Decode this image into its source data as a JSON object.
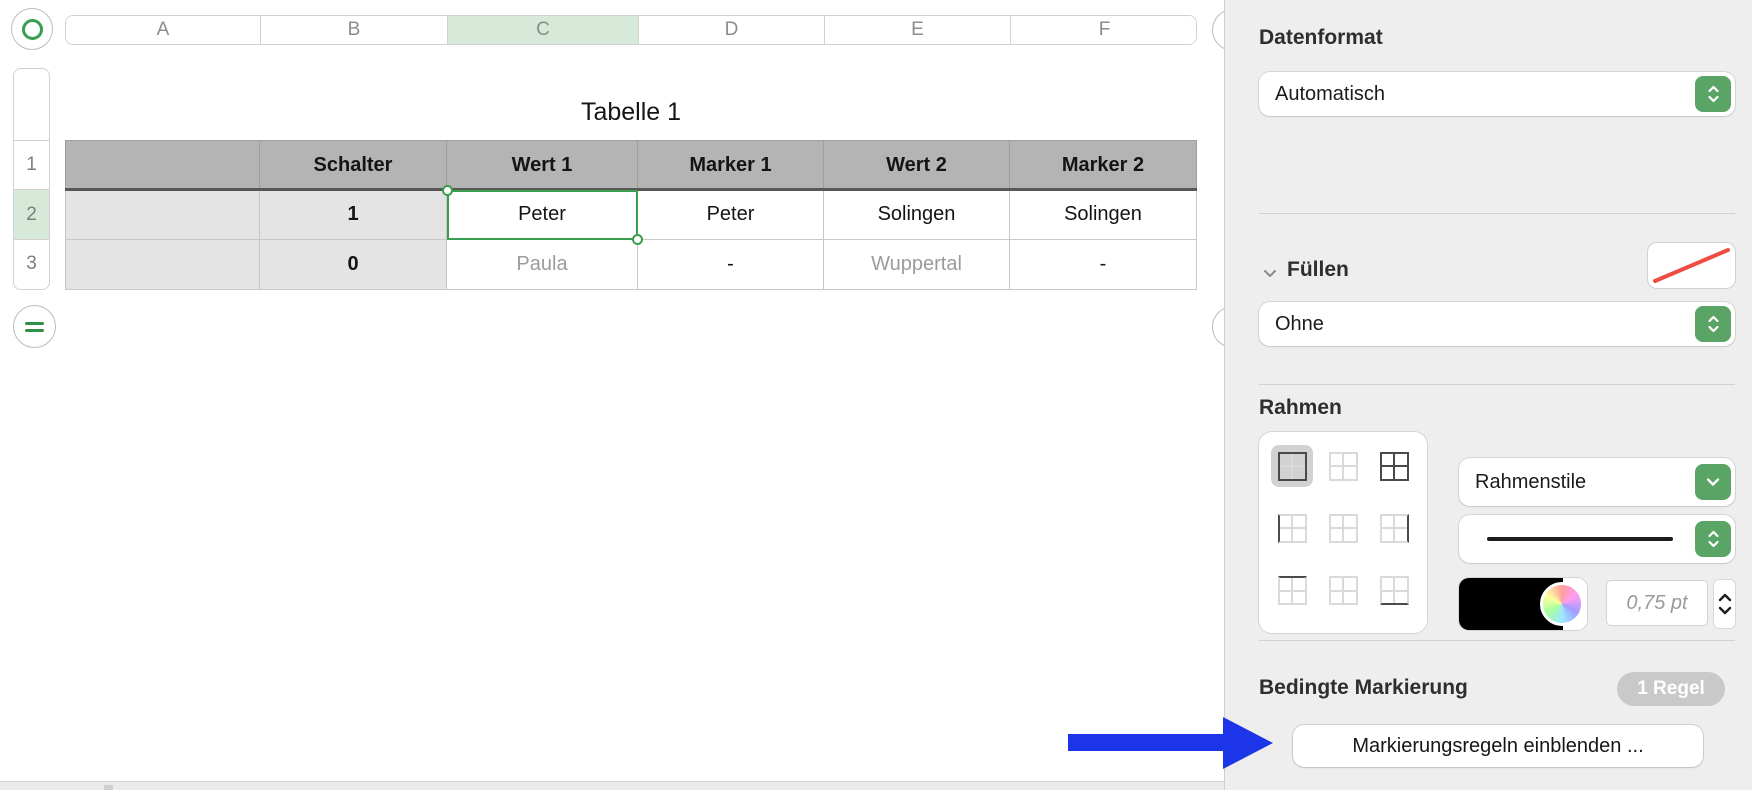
{
  "sheet": {
    "table_title": "Tabelle 1",
    "columns": [
      "A",
      "B",
      "C",
      "D",
      "E",
      "F"
    ],
    "selected_column": "C",
    "row_numbers": [
      "1",
      "2",
      "3"
    ],
    "selected_row": "2",
    "selected_cell": "C2",
    "header_row": [
      "",
      "Schalter",
      "Wert 1",
      "Marker 1",
      "Wert 2",
      "Marker 2"
    ],
    "rows": [
      [
        "",
        "1",
        "Peter",
        "Peter",
        "Solingen",
        "Solingen"
      ],
      [
        "",
        "0",
        "Paula",
        "-",
        "Wuppertal",
        "-"
      ]
    ]
  },
  "sidebar": {
    "dataformat": {
      "label": "Datenformat",
      "value": "Automatisch"
    },
    "fill": {
      "label": "Füllen",
      "value": "Ohne",
      "swatch": "no-fill-diagonal"
    },
    "border": {
      "label": "Rahmen",
      "styles_dropdown_label": "Rahmenstile",
      "width_value": "0,75 pt",
      "presets": [
        {
          "id": "outer",
          "selected": true
        },
        {
          "id": "none",
          "selected": false
        },
        {
          "id": "all",
          "selected": false
        },
        {
          "id": "left",
          "selected": false
        },
        {
          "id": "none",
          "selected": false
        },
        {
          "id": "right",
          "selected": false
        },
        {
          "id": "top",
          "selected": false
        },
        {
          "id": "none",
          "selected": false
        },
        {
          "id": "bottom",
          "selected": false
        }
      ]
    },
    "conditional": {
      "label": "Bedingte Markierung",
      "badge": "1 Regel",
      "button_label": "Markierungsregeln einblenden ..."
    }
  },
  "colors": {
    "accent_green": "#5aa466",
    "selection_green": "#3a9e50",
    "arrow_blue": "#1d35e8",
    "fill_line_red": "#ef4c43",
    "badge_gray": "#c9c9c9",
    "table_header_gray": "#b4b4b4",
    "row_col_highlight": "#d7e9d9"
  },
  "icons": [
    "table-handle-icon",
    "add-rows-handle-icon",
    "stepper-icon",
    "chevron-down-icon",
    "no-fill-swatch-icon",
    "border-preset-icons",
    "color-wheel-icon",
    "arrow-annotation"
  ]
}
